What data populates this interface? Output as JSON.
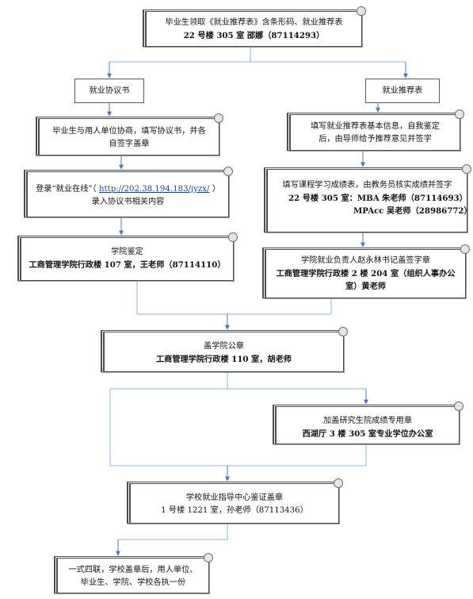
{
  "n1": {
    "line1": "毕业生领取《就业推荐表》含条形码、就业推荐表",
    "line2": "22 号楼 305 室  邵娜（87114293）"
  },
  "left_head": "就业协议书",
  "right_head": "就业推荐表",
  "l1": {
    "line1": "毕业生与用人单位协商，填写协议书，并各",
    "line2": "自签字盖章"
  },
  "l2": {
    "prefix": "登录“就业在线”（",
    "url": "http://202.38.194.183/jyzx/",
    "suffix": "）",
    "line2": "录入协议书相关内容"
  },
  "l3": {
    "line1": "学院鉴定",
    "line2": "工商管理学院行政楼 107 室，王老师（87114110）"
  },
  "r1": {
    "line1": "填写就业推荐表基本信息，自我鉴定",
    "line2": "后，由导师给予推荐意见并签字"
  },
  "r2": {
    "line1": "填写课程学习成绩表，由教务员核实成绩并签字",
    "line2": "22 号楼 305 室：MBA 朱老师（87114693）",
    "line3": "MPAcc 吴老师（28986772）"
  },
  "r3": {
    "line1": "学院就业负责人赵永林书记盖签字章",
    "line2": "工商管理学院行政楼 2 楼 204 室（组织人事办公",
    "line3": "室）黄老师"
  },
  "m1": {
    "line1": "盖学院公章",
    "line2": "工商管理学院行政楼 110 室，胡老师"
  },
  "m2": {
    "line1": "加盖研究生院成绩专用章",
    "line2": "西湖厅 3 楼 305 室专业学位办公室"
  },
  "m3": {
    "line1": "学校就业指导中心鉴证盖章",
    "line2": "1 号楼 1221 室，孙老师（87113436）"
  },
  "m4": {
    "line1": "一式四联，学校盖章后，用人单位、",
    "line2": "毕业生、学院、学校各执一份"
  },
  "colors": {
    "arrow": "#4a78c2",
    "wire": "#8eb0df",
    "border": "#4d4d4d"
  }
}
